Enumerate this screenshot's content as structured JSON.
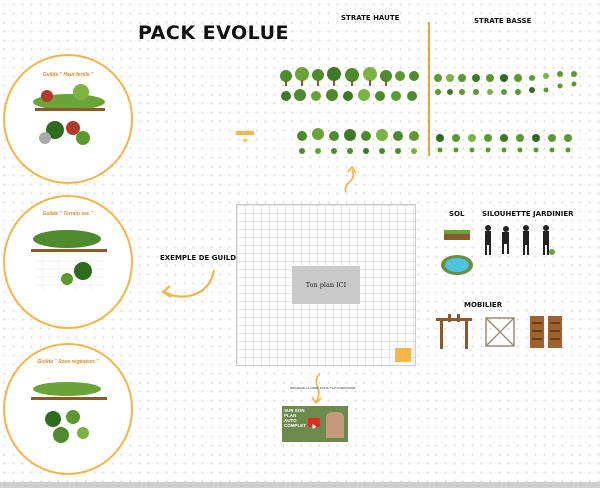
{
  "header": {
    "title": "PACK EVOLUE"
  },
  "sections": {
    "strata_high": "STRATE HAUTE",
    "strata_low": "STRATE BASSE",
    "guild_examples": "EXEMPLE DE GUILDES",
    "soil": "SOL",
    "gardener_silhouette": "SILOUHETTE JARDINIER",
    "furniture": "MOBILIER"
  },
  "plan": {
    "label": "Ton plan ICI"
  },
  "guilds": [
    {
      "title": "Guilde \" Haut fertile \""
    },
    {
      "title": "Guilde \" Terrain sec \""
    },
    {
      "title": "Guilde \" Sous régénérer \""
    }
  ],
  "video": {
    "caption": "REGARDE LA VIDÉO POUR T'ACCOMPAGNER",
    "thumb_lines": [
      "SUR SON",
      "PLAN",
      "AUTO",
      "COMPLET"
    ]
  },
  "colors": {
    "accent_orange": "#f3b548",
    "divider": "#e8a640",
    "plant_green": "#4f8a2e",
    "plant_dark": "#2f6b1e"
  }
}
